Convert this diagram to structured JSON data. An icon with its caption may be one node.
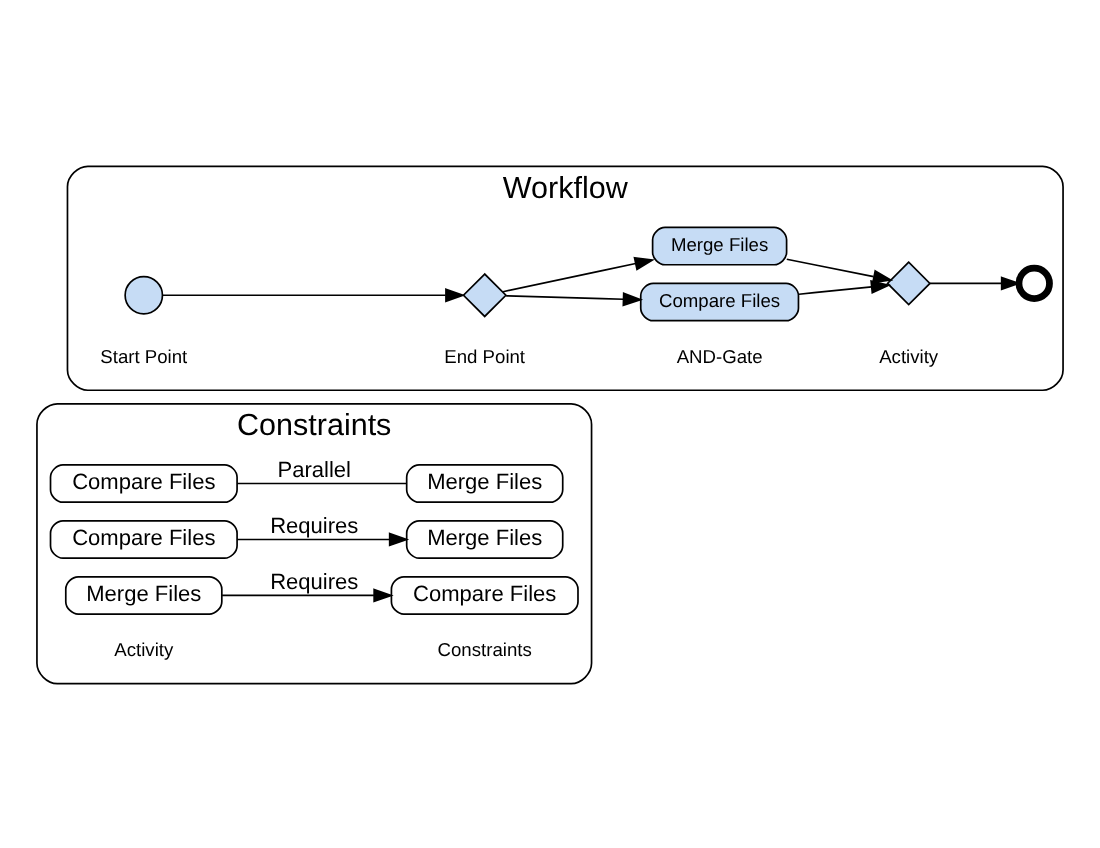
{
  "diagram": {
    "nodes": [
      {
        "text": [
          "Constraints"
        ]
      },
      {
        "text": [
          "Compare Files"
        ],
        "in": 0
      },
      {
        "text": [
          "Merge Files"
        ],
        "in": 0
      },
      {
        "text": [
          "Compare Files"
        ],
        "in": 0
      },
      {
        "text": [
          "Merge Files"
        ],
        "in": 0
      },
      {
        "text": [
          "Merge Files"
        ],
        "in": 0
      },
      {
        "text": [
          "Compare Files"
        ],
        "in": 0
      },
      {
        "text": [
          "Workflow"
        ]
      },
      {
        "text": [],
        "shape": "circle",
        "in": 7
      },
      {
        "text": [],
        "shape": "diamond",
        "in": 7
      },
      {
        "text": [
          "Compare Files"
        ],
        "in": 7
      },
      {
        "text": [
          "Merge Files"
        ],
        "in": 7
      },
      {
        "text": [],
        "shape": "diamond",
        "in": 7
      },
      {
        "text": [],
        "shape": "circle",
        "in": 7
      }
    ],
    "edges": [
      {
        "from": 1,
        "to": 2,
        "arrow": "none",
        "label": "Parallel"
      },
      {
        "from": 3,
        "to": 4,
        "arrow": "to",
        "label": "Requires"
      },
      {
        "from": 5,
        "to": 6,
        "arrow": "to",
        "label": "Requires"
      },
      {
        "from": 8,
        "to": 9,
        "arrow": "to"
      },
      {
        "from": 9,
        "to": 10,
        "arrow": "to"
      },
      {
        "from": 9,
        "to": 11,
        "arrow": "to"
      },
      {
        "from": 10,
        "to": 12,
        "arrow": "to"
      },
      {
        "from": 11,
        "to": 12,
        "arrow": "to"
      },
      {
        "from": 12,
        "to": 13,
        "arrow": "to"
      }
    ],
    "legend": [
      {
        "text": "Activity"
      },
      {
        "text": "Constraints"
      },
      {
        "text": "Start Point"
      },
      {
        "text": "End Point"
      },
      {
        "text": "AND-Gate"
      },
      {
        "text": "Activity"
      }
    ]
  }
}
